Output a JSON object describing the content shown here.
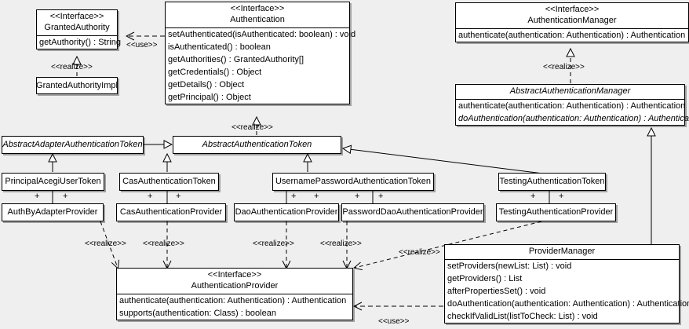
{
  "diagram": {
    "kind": "uml-class-diagram",
    "background": "#efefef",
    "box_fill": "#ffffff",
    "line_color": "#000000"
  },
  "stereotypes": {
    "interface": "<<Interface>>",
    "realize": "<<realize>>",
    "use": "<<use>>"
  },
  "multiplicity": {
    "plus": "+"
  },
  "classes": {
    "granted_authority": {
      "stereotype": "<<Interface>>",
      "name": "GrantedAuthority",
      "abstract": false,
      "operations": [
        "getAuthority() : String"
      ]
    },
    "granted_authority_impl": {
      "name": "GrantedAuthorityImpl",
      "abstract": false,
      "operations": []
    },
    "authentication": {
      "stereotype": "<<Interface>>",
      "name": "Authentication",
      "abstract": false,
      "operations": [
        "setAuthenticated(isAuthenticated: boolean) : void",
        "isAuthenticated() : boolean",
        "getAuthorities() : GrantedAuthority[]",
        "getCredentials() : Object",
        "getDetails() : Object",
        "getPrincipal() : Object"
      ]
    },
    "authentication_manager": {
      "stereotype": "<<Interface>>",
      "name": "AuthenticationManager",
      "abstract": false,
      "operations": [
        "authenticate(authentication: Authentication) : Authentication"
      ]
    },
    "abstract_authentication_manager": {
      "name": "AbstractAuthenticationManager",
      "abstract": true,
      "operations": [
        "authenticate(authentication: Authentication) : Authentication",
        "doAuthentication(authentication: Authentication) : Authentication"
      ],
      "abstract_operations": [
        false,
        true
      ]
    },
    "abstract_adapter_authentication_token": {
      "name": "AbstractAdapterAuthenticationToken",
      "abstract": true,
      "operations": []
    },
    "abstract_authentication_token": {
      "name": "AbstractAuthenticationToken",
      "abstract": true,
      "operations": []
    },
    "principal_acegi_user_token": {
      "name": "PrincipalAcegiUserToken",
      "abstract": false,
      "operations": []
    },
    "cas_authentication_token": {
      "name": "CasAuthenticationToken",
      "abstract": false,
      "operations": []
    },
    "username_password_authentication_token": {
      "name": "UsernamePasswordAuthenticationToken",
      "abstract": false,
      "operations": []
    },
    "testing_authentication_token": {
      "name": "TestingAuthenticationToken",
      "abstract": false,
      "operations": []
    },
    "auth_by_adapter_provider": {
      "name": "AuthByAdapterProvider",
      "abstract": false,
      "operations": []
    },
    "cas_authentication_provider": {
      "name": "CasAuthenticationProvider",
      "abstract": false,
      "operations": []
    },
    "dao_authentication_provider": {
      "name": "DaoAuthenticationProvider",
      "abstract": false,
      "operations": []
    },
    "password_dao_authentication_provider": {
      "name": "PasswordDaoAuthenticationProvider",
      "abstract": false,
      "operations": []
    },
    "testing_authentication_provider": {
      "name": "TestingAuthenticationProvider",
      "abstract": false,
      "operations": []
    },
    "authentication_provider": {
      "stereotype": "<<Interface>>",
      "name": "AuthenticationProvider",
      "abstract": false,
      "operations": [
        "authenticate(authentication: Authentication) : Authentication",
        "supports(authentication: Class) : boolean"
      ]
    },
    "provider_manager": {
      "name": "ProviderManager",
      "abstract": false,
      "operations": [
        "setProviders(newList: List) : void",
        "getProviders() : List",
        "afterPropertiesSet() : void",
        "doAuthentication(authentication: Authentication) : Authentication",
        "checkIfValidList(listToCheck: List) : void"
      ]
    }
  },
  "relationships": [
    {
      "id": "auth-uses-grantedauthority",
      "from": "authentication",
      "to": "granted_authority",
      "type": "dependency",
      "label": "<<use>>"
    },
    {
      "id": "gai-realizes-ga",
      "from": "granted_authority_impl",
      "to": "granted_authority",
      "type": "realization",
      "label": "<<realize>>"
    },
    {
      "id": "aat-realizes-authentication",
      "from": "abstract_authentication_token",
      "to": "authentication",
      "type": "realization",
      "label": "<<realize>>"
    },
    {
      "id": "aam-realizes-am",
      "from": "abstract_authentication_manager",
      "to": "authentication_manager",
      "type": "realization",
      "label": "<<realize>>"
    },
    {
      "id": "aaat-extends-aat",
      "from": "abstract_adapter_authentication_token",
      "to": "abstract_authentication_token",
      "type": "generalization"
    },
    {
      "id": "pauth-extends-aaat",
      "from": "principal_acegi_user_token",
      "to": "abstract_adapter_authentication_token",
      "type": "generalization"
    },
    {
      "id": "cas-extends-aat",
      "from": "cas_authentication_token",
      "to": "abstract_authentication_token",
      "type": "generalization"
    },
    {
      "id": "upat-extends-aat",
      "from": "username_password_authentication_token",
      "to": "abstract_authentication_token",
      "type": "generalization"
    },
    {
      "id": "tat-extends-aat",
      "from": "testing_authentication_token",
      "to": "abstract_authentication_token",
      "type": "generalization"
    },
    {
      "id": "abap-realizes-ap",
      "from": "auth_by_adapter_provider",
      "to": "authentication_provider",
      "type": "realization",
      "label": "<<realize>>"
    },
    {
      "id": "cap-realizes-ap",
      "from": "cas_authentication_provider",
      "to": "authentication_provider",
      "type": "realization",
      "label": "<<realize>>"
    },
    {
      "id": "dap-realizes-ap",
      "from": "dao_authentication_provider",
      "to": "authentication_provider",
      "type": "realization",
      "label": "<<realize>>"
    },
    {
      "id": "pdap-realizes-ap",
      "from": "password_dao_authentication_provider",
      "to": "authentication_provider",
      "type": "realization",
      "label": "<<realize>>"
    },
    {
      "id": "tap-realizes-ap",
      "from": "testing_authentication_provider",
      "to": "authentication_provider",
      "type": "realization",
      "label": "<<realize>>"
    },
    {
      "id": "pm-extends-aam",
      "from": "provider_manager",
      "to": "abstract_authentication_manager",
      "type": "generalization"
    },
    {
      "id": "pm-uses-ap",
      "from": "provider_manager",
      "to": "authentication_provider",
      "type": "dependency",
      "label": "<<use>>"
    }
  ]
}
